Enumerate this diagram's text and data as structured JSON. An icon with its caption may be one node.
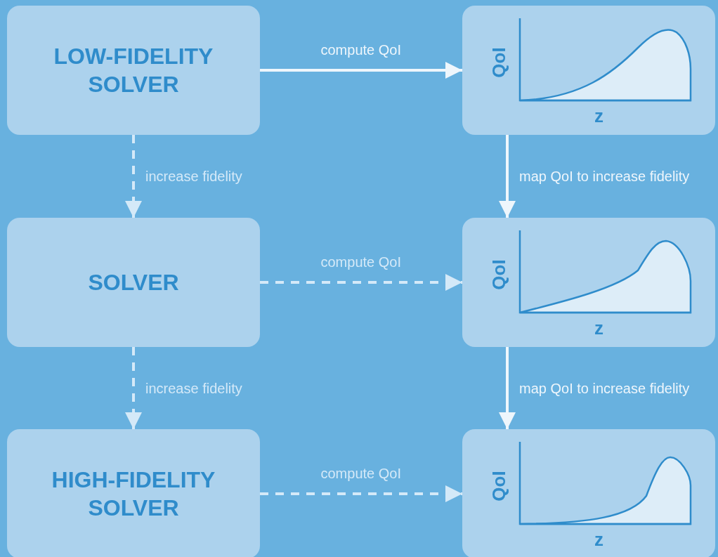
{
  "diagram": {
    "nodes": [
      {
        "text": [
          "LOW-FIDELITY SOLVER"
        ]
      },
      {
        "text": [
          "QoI",
          "z"
        ]
      },
      {
        "text": [
          "SOLVER"
        ]
      },
      {
        "text": [
          "QoI",
          "z"
        ]
      },
      {
        "text": [
          "HIGH-FIDELITY SOLVER"
        ]
      },
      {
        "text": [
          "QoI",
          "z"
        ]
      }
    ],
    "edges": [
      {
        "from": 0,
        "to": 1,
        "arrow": "to",
        "label": "compute QoI",
        "color": "#eef6fc"
      },
      {
        "from": 0,
        "to": 2,
        "arrow": "to",
        "label": "increase fidelity",
        "style": "dashed"
      },
      {
        "from": 1,
        "to": 3,
        "arrow": "to",
        "label": "map QoI to increase fidelity",
        "color": "#eef6fc"
      },
      {
        "from": 2,
        "to": 3,
        "arrow": "to",
        "label": "compute QoI",
        "style": "dashed"
      },
      {
        "from": 2,
        "to": 4,
        "arrow": "to",
        "label": "increase fidelity",
        "style": "dashed"
      },
      {
        "from": 3,
        "to": 5,
        "arrow": "to",
        "label": "map QoI to increase fidelity",
        "color": "#eef6fc"
      },
      {
        "from": 4,
        "to": 5,
        "arrow": "to",
        "label": "compute QoI",
        "style": "dashed"
      }
    ]
  }
}
